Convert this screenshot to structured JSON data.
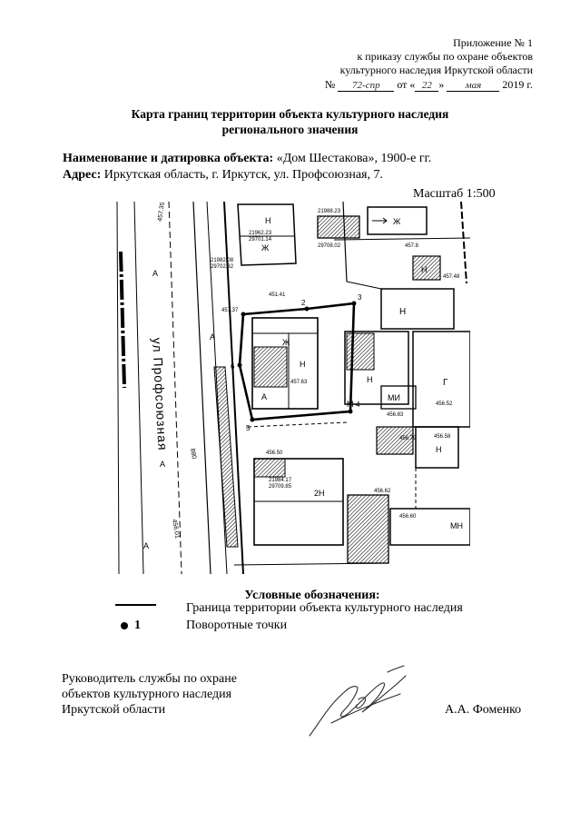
{
  "header": {
    "appendix": "Приложение № 1",
    "line2": "к приказу службы по охране объектов",
    "line3": "культурного наследия Иркутской области",
    "order": {
      "number_prefix": "№",
      "number": "72-спр",
      "from": "от «",
      "day": "22",
      "close_quote": "»",
      "month": "мая",
      "year": "2019 г."
    }
  },
  "title": {
    "line1": "Карта границ территории объекта культурного наследия",
    "line2": "регионального значения"
  },
  "object": {
    "name_label": "Наименование и датировка объекта:",
    "name_value": "«Дом Шестакова», 1900-е гг.",
    "address_label": "Адрес:",
    "address_value": "Иркутская область, г. Иркутск, ул. Профсоюзная, 7."
  },
  "scale": "Масштаб 1:500",
  "map": {
    "street": "ул Профсоюзная",
    "labels": [
      "457.35",
      "21962.23",
      "29701.14",
      "Н",
      "Ж",
      "21982.08",
      "29702.32",
      "451.41",
      "457.37",
      "21988.23",
      "29708.02",
      "Ж",
      "457.8",
      "Н",
      "457.48",
      "Н",
      "Ж",
      "Н",
      "457.63",
      "А",
      "Н",
      "МИ",
      "456.83",
      "Г",
      "456.52",
      "А",
      "А",
      "456.50",
      "М",
      "456.79",
      "456.58",
      "Н",
      "21984.17",
      "29709.85",
      "2Н",
      "А",
      "880",
      "456.01",
      "456.62",
      "456.60",
      "МН",
      "А"
    ],
    "turning_points": [
      "2",
      "3",
      "4",
      "5",
      "6"
    ]
  },
  "legend": {
    "title": "Условные обозначения:",
    "boundary_label": "Граница территории объекта культурного наследия",
    "point_sample": "1",
    "point_label": "Поворотные точки"
  },
  "signature_block": {
    "position_line1": "Руководитель службы по охране",
    "position_line2": "объектов культурного наследия",
    "position_line3": "Иркутской области",
    "name": "А.А. Фоменко"
  }
}
